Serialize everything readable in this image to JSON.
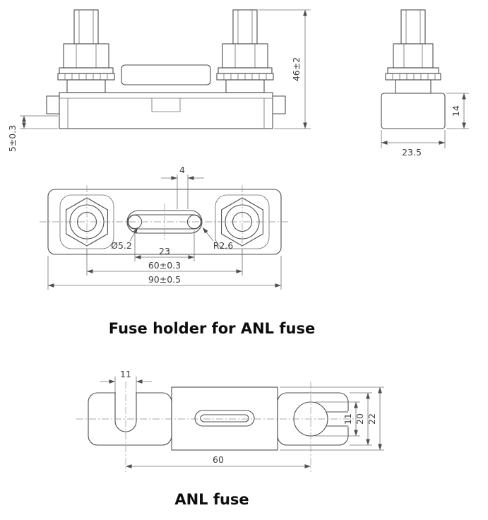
{
  "titles": {
    "holder": "Fuse holder for ANL fuse",
    "fuse": "ANL fuse"
  },
  "dims": {
    "front_total_height": "46±2",
    "front_base_height": "5±0.3",
    "side_body_height": "14",
    "side_width": "23.5",
    "top_slot_width": "4",
    "top_hole_dia": "Ø5.2",
    "top_end_radius": "R2.6",
    "top_hole_spacing": "23",
    "top_stud_spacing": "60±0.3",
    "top_length": "90±0.5",
    "fuse_notch_width": "11",
    "fuse_hole_dia": "11",
    "fuse_end_height": "20",
    "fuse_body_height": "22",
    "fuse_hole_spacing": "60"
  }
}
